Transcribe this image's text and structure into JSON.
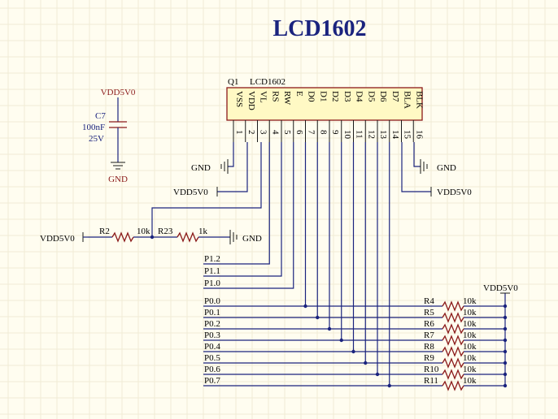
{
  "title": "LCD1602",
  "lcd": {
    "designator": "Q1",
    "part": "LCD1602",
    "pin_names": [
      "VSS",
      "VDD",
      "VL",
      "RS",
      "RW",
      "E",
      "D0",
      "D1",
      "D2",
      "D3",
      "D4",
      "D5",
      "D6",
      "D7",
      "BLA",
      "BLK"
    ],
    "pin_numbers": [
      "1",
      "2",
      "3",
      "4",
      "5",
      "6",
      "7",
      "8",
      "9",
      "10",
      "11",
      "12",
      "13",
      "14",
      "15",
      "16"
    ]
  },
  "cap": {
    "supply": "VDD5V0",
    "designator": "C7",
    "value": "100nF",
    "voltage": "25V",
    "ground": "GND"
  },
  "nets": {
    "gnd": "GND",
    "vdd": "VDD5V0"
  },
  "pot": {
    "r2": "R2",
    "r2_value": "10k",
    "r23": "R23",
    "r23_value": "1k"
  },
  "control_nets": [
    "P1.2",
    "P1.1",
    "P1.0"
  ],
  "data_nets": [
    "P0.0",
    "P0.1",
    "P0.2",
    "P0.3",
    "P0.4",
    "P0.5",
    "P0.6",
    "P0.7"
  ],
  "pullups": [
    {
      "name": "R4",
      "value": "10k"
    },
    {
      "name": "R5",
      "value": "10k"
    },
    {
      "name": "R6",
      "value": "10k"
    },
    {
      "name": "R7",
      "value": "10k"
    },
    {
      "name": "R8",
      "value": "10k"
    },
    {
      "name": "R9",
      "value": "10k"
    },
    {
      "name": "R10",
      "value": "10k"
    },
    {
      "name": "R11",
      "value": "10k"
    }
  ],
  "pullup_supply": "VDD5V0"
}
